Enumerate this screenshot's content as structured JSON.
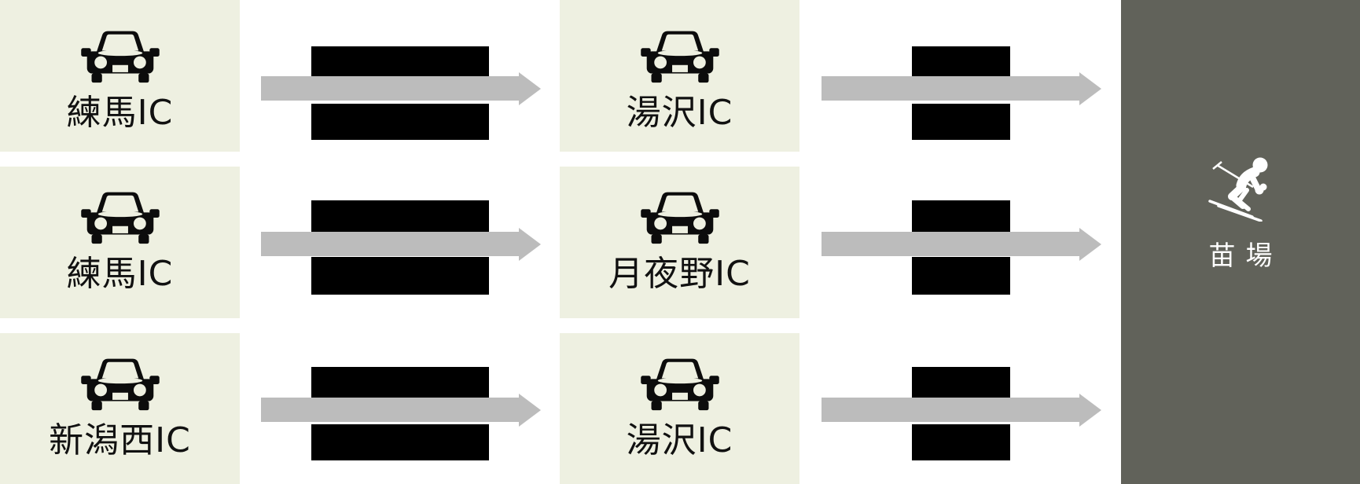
{
  "colors": {
    "page_bg": "#ffffff",
    "station_bg": "#eef0e1",
    "destination_bg": "#61625a",
    "arrow": "#bcbcbc",
    "redacted_block": "#000000",
    "station_text": "#111111",
    "destination_text": "#ffffff"
  },
  "destination": {
    "label": "苗場",
    "icon": "skier-icon"
  },
  "routes": [
    {
      "origin": {
        "label": "練馬IC",
        "icon": "car-icon"
      },
      "leg1": {
        "redacted": true
      },
      "via": {
        "label": "湯沢IC",
        "icon": "car-icon"
      },
      "leg2": {
        "redacted": true
      }
    },
    {
      "origin": {
        "label": "練馬IC",
        "icon": "car-icon"
      },
      "leg1": {
        "redacted": true
      },
      "via": {
        "label": "月夜野IC",
        "icon": "car-icon"
      },
      "leg2": {
        "redacted": true
      }
    },
    {
      "origin": {
        "label": "新潟西IC",
        "icon": "car-icon"
      },
      "leg1": {
        "redacted": true
      },
      "via": {
        "label": "湯沢IC",
        "icon": "car-icon"
      },
      "leg2": {
        "redacted": true
      }
    }
  ]
}
